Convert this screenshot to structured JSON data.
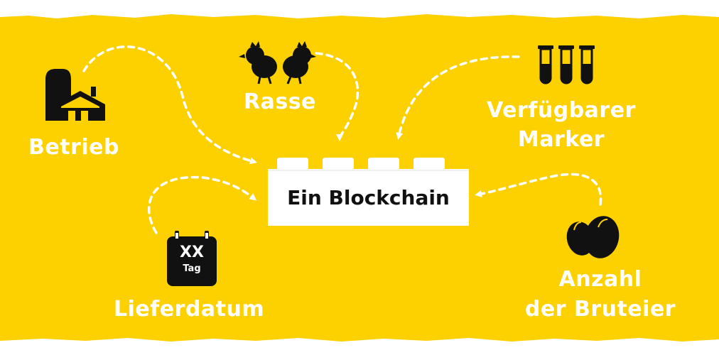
{
  "center": {
    "label": "Ein Blockchain"
  },
  "nodes": {
    "betrieb": {
      "label": "Betrieb",
      "icon": "farm-barn-icon"
    },
    "rasse": {
      "label": "Rasse",
      "icon": "chicks-icon"
    },
    "marker": {
      "line1": "Verfügbarer",
      "line2": "Marker",
      "icon": "test-tubes-icon"
    },
    "lieferdatum": {
      "label": "Lieferdatum",
      "icon": "calendar-icon",
      "calendar_day": "XX",
      "calendar_unit": "Tag"
    },
    "bruteier": {
      "line1": "Anzahl",
      "line2": "der Bruteier",
      "icon": "eggs-icon"
    }
  },
  "colors": {
    "background": "#FDD000",
    "text": "#FFFFFF",
    "icon": "#111111",
    "block": "#FFFFFF"
  }
}
